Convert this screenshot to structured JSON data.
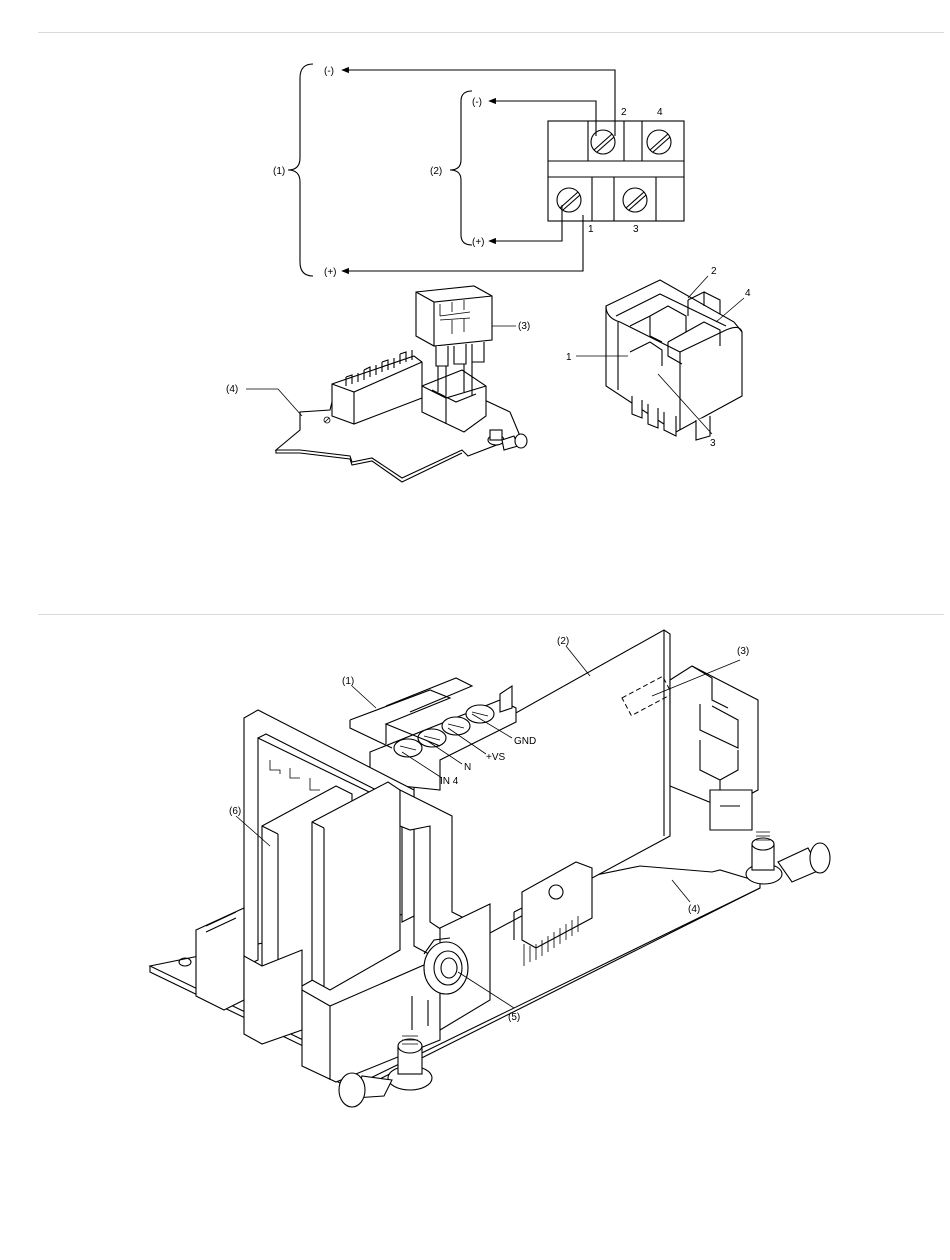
{
  "top_figure": {
    "wiring_labels": {
      "outer_minus": "(-)",
      "outer_plus": "(+)",
      "inner_minus": "(-)",
      "inner_plus": "(+)",
      "group_1": "(1)",
      "group_2": "(2)",
      "terminal_2": "2",
      "terminal_4": "4",
      "terminal_1": "1",
      "terminal_3": "3"
    },
    "assembly_labels": {
      "connector": "(3)",
      "board": "(4)"
    },
    "connector_detail_labels": {
      "pin_1": "1",
      "pin_2": "2",
      "pin_3": "3",
      "pin_4": "4"
    }
  },
  "bottom_figure": {
    "callouts": {
      "c1": "(1)",
      "c2": "(2)",
      "c3": "(3)",
      "c4": "(4)",
      "c5": "(5)",
      "c6": "(6)"
    },
    "terminal_labels": {
      "gnd": "GND",
      "vs": "+VS",
      "n": "N",
      "in4": "IN 4"
    }
  },
  "colors": {
    "line": "#000000",
    "rule": "#d9d9d9",
    "background": "#ffffff"
  }
}
